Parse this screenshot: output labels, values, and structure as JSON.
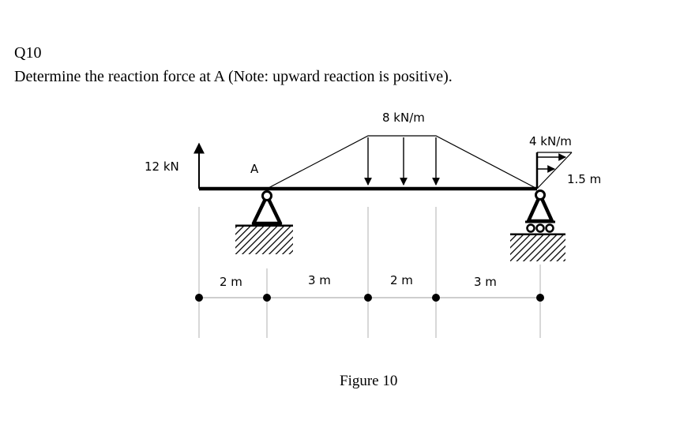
{
  "question": {
    "number": "Q10",
    "text": "Determine the reaction force at A (Note: upward reaction is positive)."
  },
  "figure": {
    "caption": "Figure 10",
    "point_load": "12 kN",
    "support_label": "A",
    "distributed_load": "8 kN/m",
    "triangular_load": "4 kN/m",
    "triangular_height": "1.5 m",
    "spans": [
      "2 m",
      "3 m",
      "2 m",
      "3 m"
    ]
  },
  "colors": {
    "ink": "#000000",
    "dim_line": "#b0b0b0"
  }
}
